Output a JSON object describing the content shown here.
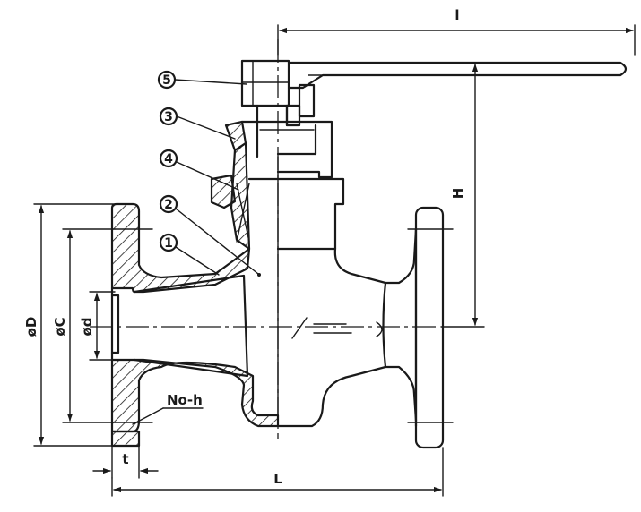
{
  "dimensions": {
    "handle_length": "l",
    "height": "H",
    "flange_od": "øD",
    "bolt_circle": "øC",
    "bore": "ød",
    "bolt_holes": "No-h",
    "flange_thickness": "t",
    "face_to_face": "L"
  },
  "callouts": [
    {
      "id": "callout-1",
      "label": "1"
    },
    {
      "id": "callout-2",
      "label": "2"
    },
    {
      "id": "callout-3",
      "label": "3"
    },
    {
      "id": "callout-4",
      "label": "4"
    },
    {
      "id": "callout-5",
      "label": "5"
    }
  ]
}
